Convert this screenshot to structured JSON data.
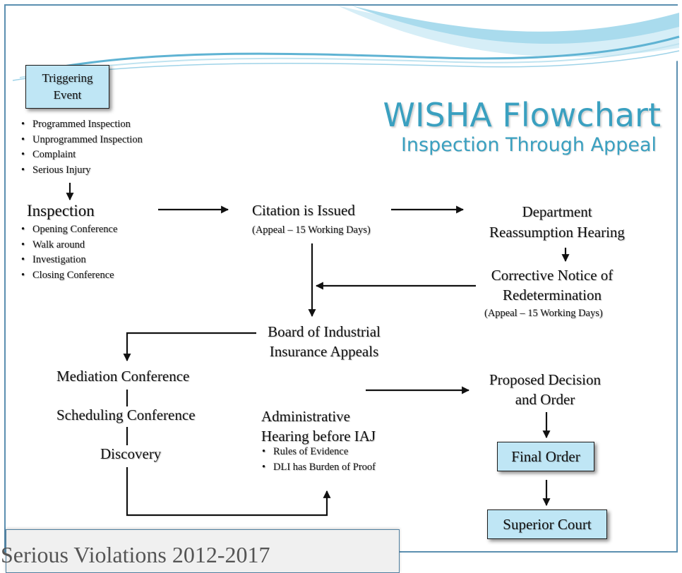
{
  "title": "WISHA Flowchart",
  "subtitle": "Inspection Through Appeal",
  "triggering_event": {
    "line1": "Triggering",
    "line2": "Event"
  },
  "triggers": [
    "Programmed Inspection",
    "Unprogrammed Inspection",
    "Complaint",
    "Serious Injury"
  ],
  "inspection": {
    "label": "Inspection",
    "items": [
      "Opening Conference",
      "Walk around",
      "Investigation",
      "Closing Conference"
    ]
  },
  "citation": {
    "label": "Citation is Issued",
    "note": "(Appeal – 15 Working Days)"
  },
  "reassumption": {
    "line1": "Department",
    "line2": "Reassumption Hearing"
  },
  "corrective": {
    "line1": "Corrective Notice of",
    "line2": "Redetermination",
    "note": "(Appeal – 15 Working Days)"
  },
  "board": {
    "line1": "Board of Industrial",
    "line2": "Insurance Appeals"
  },
  "mediation": "Mediation Conference",
  "scheduling": "Scheduling Conference",
  "discovery": "Discovery",
  "hearing": {
    "line1": "Administrative",
    "line2": "Hearing before IAJ",
    "items": [
      "Rules of Evidence",
      "DLI has Burden of Proof"
    ]
  },
  "proposed": {
    "line1": "Proposed Decision",
    "line2": "and Order"
  },
  "final_order": "Final Order",
  "superior_court": "Superior Court",
  "overlay_title": "Serious Violations 2012-2017",
  "colors": {
    "title": "#3aa0c0",
    "box_fill": "#bfe6f5",
    "frame": "#5b8fb0"
  }
}
